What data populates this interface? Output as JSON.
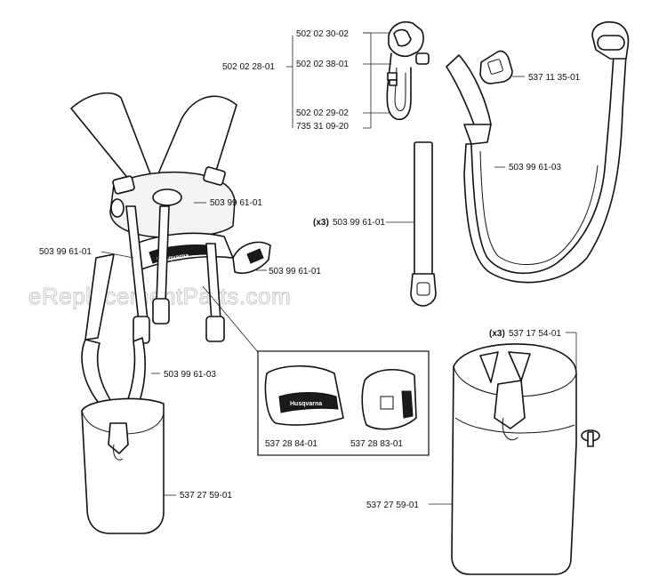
{
  "watermark": "eReplacementParts.com",
  "brand_mark": "Husqvarna",
  "labels": {
    "p502023002": "502 02 30-02",
    "p502023801": "502 02 38-01",
    "p502022801": "502 02 28-01",
    "p502022902": "502 02 29-02",
    "p735310920": "735 31 09-20",
    "p537113501": "537 11 35-01",
    "p503996103_hose": "503 99 61-03",
    "p503996101_strap_qty": "(x3)",
    "p503996101_strap": "503 99 61-01",
    "p503996101_harness_top": "503 99 61-01",
    "p503996101_harness_left": "503 99 61-01",
    "p503996101_harness_right": "503 99 61-01",
    "p503996103_harness": "503 99 61-03",
    "p537282801": "537 28 84-01",
    "p537282831": "537 28 83-01",
    "p537275901_left": "537 27 59-01",
    "p537175401_qty": "(x3)",
    "p537175401": "537 17 54-01",
    "p537275901_right": "537 27 59-01"
  }
}
